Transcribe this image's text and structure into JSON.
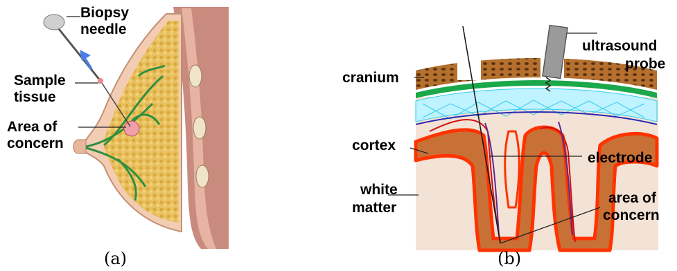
{
  "panel_a": {
    "caption": "(a)",
    "labels": {
      "biopsy_line1": "Biopsy",
      "biopsy_line2": "needle",
      "sample_line1": "Sample",
      "sample_line2": "tissue",
      "area_line1": "Area of",
      "area_line2": "concern"
    }
  },
  "panel_b": {
    "caption": "(b)",
    "labels": {
      "cranium": "cranium",
      "ultrasound_line1": "ultrasound",
      "ultrasound_line2": "probe",
      "cortex": "cortex",
      "electrode": "electrode",
      "white_line1": "white",
      "white_line2": "matter",
      "area_line1": "area of",
      "area_line2": "concern"
    }
  },
  "colors": {
    "breast_tissue": "#e8c060",
    "skin": "#f2cdb4",
    "chest_muscle": "#c98b7d",
    "gland": "#2f8f3f",
    "bone": "#b5702e",
    "cortex": "#c87137",
    "cortex_edge": "#ff3300",
    "dura": "#1aa84a",
    "white_matter": "#f3e2d6",
    "probe": "#9a9a9a",
    "arrow": "#4d7ee8"
  }
}
